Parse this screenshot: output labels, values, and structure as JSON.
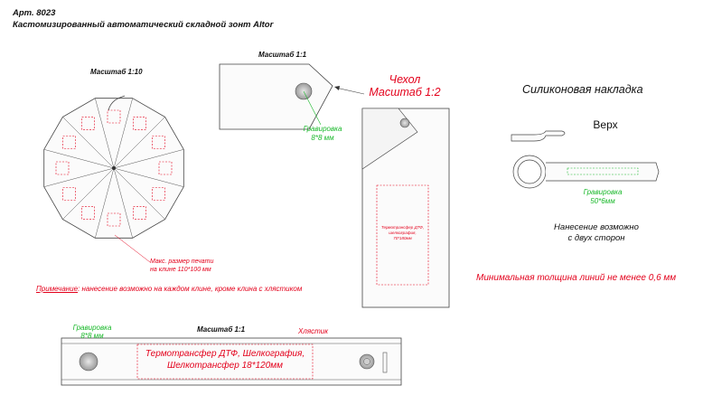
{
  "header": {
    "article": "Арт. 8023",
    "title": "Кастомизированный автоматический складной зонт Altor"
  },
  "umbrella": {
    "scale": "Масштаб 1:10",
    "max_print_line1": "Макс. размер печати",
    "max_print_line2": "на клине 110*100 мм",
    "note_label": "Примечание",
    "note_text": ": нанесение возможно на каждом клине, кроме клина с хлястиком"
  },
  "tip": {
    "scale": "Масштаб 1:1",
    "engraving_label": "Гравировка",
    "engraving_size": "8*8 мм"
  },
  "cover": {
    "title_line1": "Чехол",
    "title_line2": "Масштаб 1:2",
    "print_line1": "Термотрансфер ДТФ,",
    "print_line2": "шелкография,",
    "print_line3": "70*180мм"
  },
  "silicone": {
    "title": "Силиконовая накладка",
    "top_label": "Верх",
    "engraving_label": "Гравировка",
    "engraving_size": "50*6мм",
    "both_sides_line1": "Нанесение возможно",
    "both_sides_line2": "с двух сторон"
  },
  "min_line": "Минимальная толщина линий не менее 0,6 мм",
  "strap": {
    "scale": "Масштаб 1:1",
    "name": "Хлястик",
    "engraving_label": "Гравировка",
    "engraving_size": "8*8 мм",
    "print_line1": "Термотрансфер ДТФ, Шелкография,",
    "print_line2": "Шелкотрансфер 18*120мм"
  },
  "colors": {
    "accent_red": "#e3001b",
    "engraving_green": "#19b82a",
    "outline": "#444444"
  }
}
